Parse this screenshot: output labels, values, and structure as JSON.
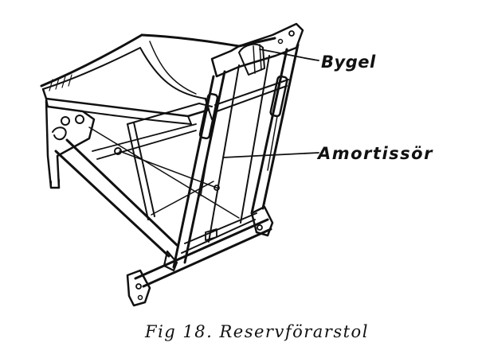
{
  "figure": {
    "caption": "Fig 18. Reservförarstol",
    "callouts": {
      "bygel": "Bygel",
      "amortissor": "Amortissör"
    }
  },
  "colors": {
    "ink": "#111111",
    "paper": "#ffffff"
  }
}
